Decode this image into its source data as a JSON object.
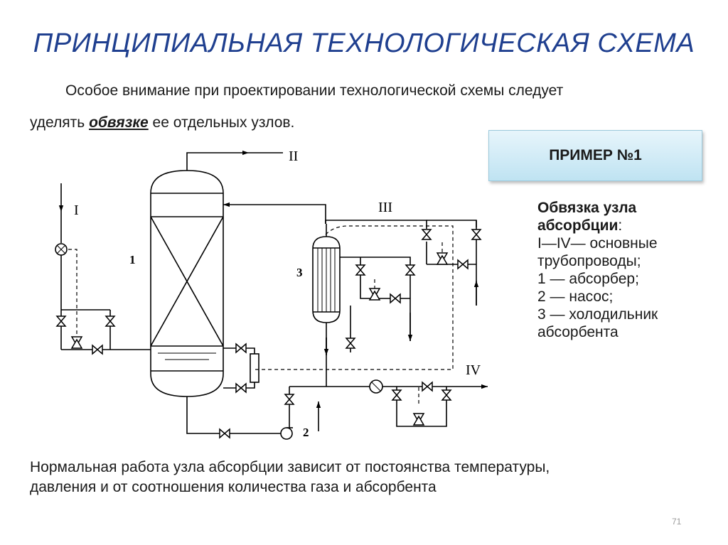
{
  "title": "ПРИНЦИПИАЛЬНАЯ ТЕХНОЛОГИЧЕСКАЯ СХЕМА",
  "intro": {
    "line1": "Особое внимание при проектировании технологической схемы следует",
    "line2_before": "уделять ",
    "line2_emphasis": "обвязке",
    "line2_after": " ее отдельных узлов."
  },
  "example_box": "ПРИМЕР №1",
  "legend": {
    "heading_line1": "Обвязка узла",
    "heading_line2": "абсорбции",
    "heading_colon": ":",
    "items": [
      "I—IV— основные",
      "трубопроводы;",
      "1 — абсорбер;",
      "2 — насос;",
      "3 — холодильник",
      "абсорбента"
    ]
  },
  "diagram": {
    "label_I": "I",
    "label_II": "II",
    "label_III": "III",
    "label_IV": "IV",
    "label_1": "1",
    "label_2": "2",
    "label_3": "3"
  },
  "footer": {
    "line1": "Нормальная работа узла абсорбции зависит от постоянства температуры,",
    "line2": "давления и от соотношения количества газа и абсорбента"
  },
  "page_number": "71"
}
